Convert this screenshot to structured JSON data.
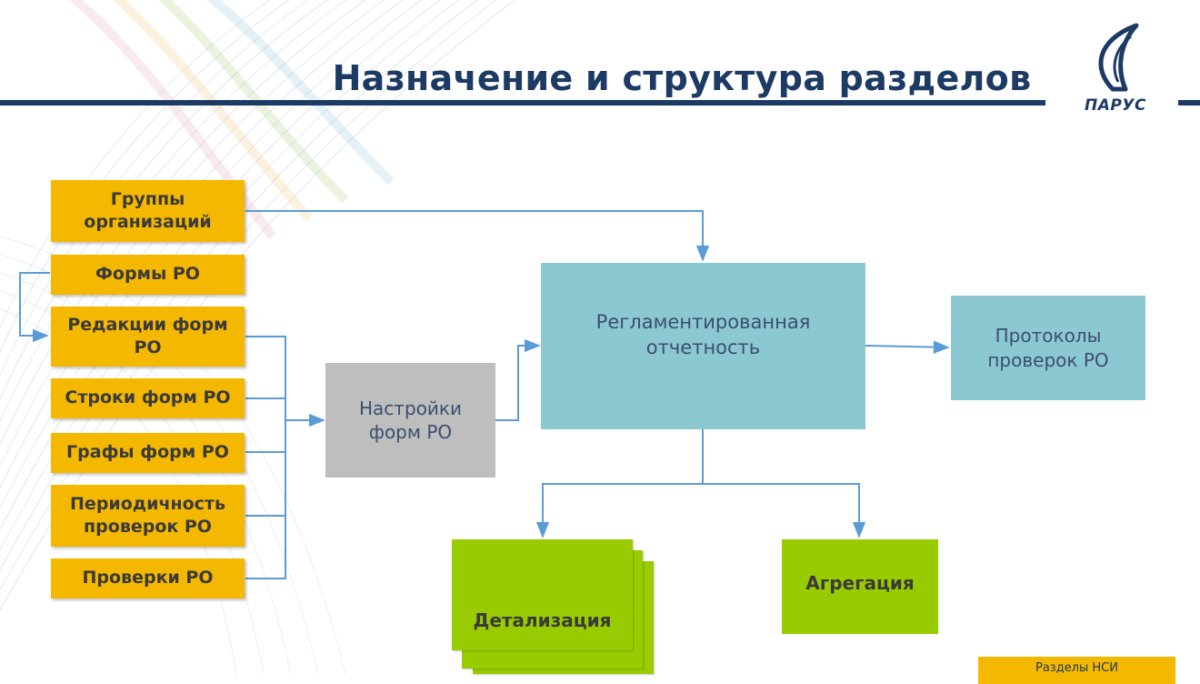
{
  "title": "Назначение и структура разделов",
  "logo": {
    "text": "ПАРУС"
  },
  "left_boxes": [
    {
      "id": "groups",
      "label": "Группы\nорганизаций"
    },
    {
      "id": "forms",
      "label": "Формы РО"
    },
    {
      "id": "editions",
      "label": "Редакции форм\nРО"
    },
    {
      "id": "rows",
      "label": "Строки форм РО"
    },
    {
      "id": "columns",
      "label": "Графы форм РО"
    },
    {
      "id": "periodicity",
      "label": "Периодичность\nпроверок РО"
    },
    {
      "id": "checks",
      "label": "Проверки РО"
    }
  ],
  "settings_box": {
    "label": "Настройки\nформ РО"
  },
  "main_box": {
    "label": "Регламентированная\nотчетность"
  },
  "protocols_box": {
    "label": "Протоколы\nпроверок РО"
  },
  "detail_box": {
    "label": "Детализация"
  },
  "aggregation_box": {
    "label": "Агрегация"
  },
  "footer_badge": {
    "label": "Разделы НСИ"
  },
  "colors": {
    "orange": "#f5b800",
    "teal": "#8cc8d2",
    "grey": "#bebebe",
    "green": "#99cc00",
    "navy": "#1c3a63",
    "arrow": "#5b9bd5"
  }
}
